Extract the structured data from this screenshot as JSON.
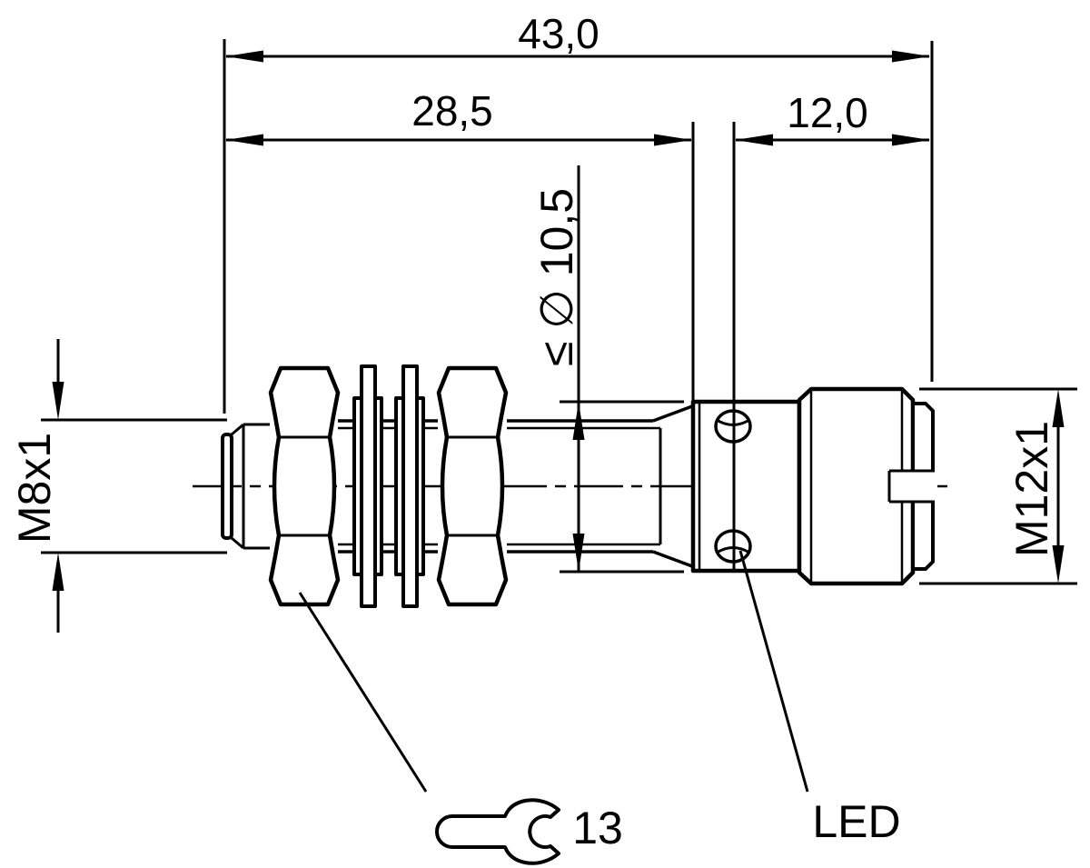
{
  "drawing": {
    "type": "technical-dimension-drawing",
    "subject": "inductive-sensor-side-view",
    "colors": {
      "line": "#000000",
      "background": "#ffffff"
    },
    "dims": {
      "overall_length": "43,0",
      "barrel_length": "28,5",
      "connector_length": "12,0",
      "collar_diameter": "≤ ∅ 10,5",
      "barrel_thread": "M8x1",
      "connector_thread": "M12x1"
    },
    "callouts": {
      "wrench_size": "13",
      "led": "LED"
    },
    "icons": {
      "wrench": "open-end-wrench-icon"
    }
  }
}
